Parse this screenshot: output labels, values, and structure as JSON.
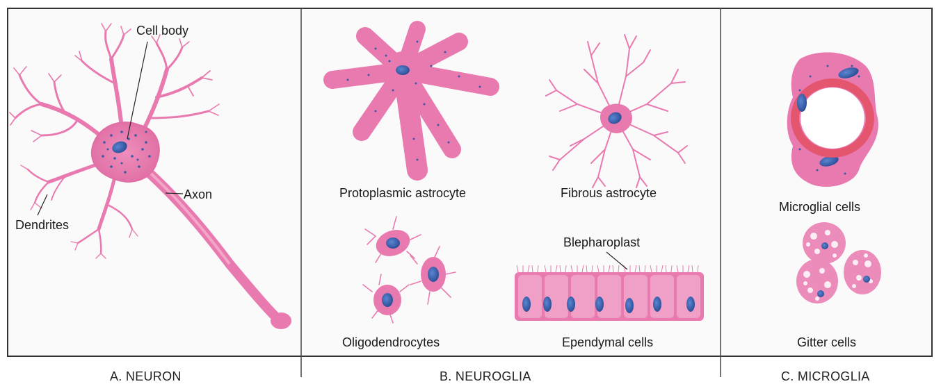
{
  "colors": {
    "cell_pink": "#e97ab0",
    "cell_pink_light": "#f3b6d1",
    "nucleus_blue": "#3d66b5",
    "vessel_red": "#e4566e",
    "frame": "#333333",
    "panel_bg": "#fbfafa"
  },
  "panels": {
    "neuron": {
      "caption": "A. NEURON",
      "labels": {
        "cell_body": "Cell body",
        "axon": "Axon",
        "dendrites": "Dendrites"
      }
    },
    "neuroglia": {
      "caption": "B. NEUROGLIA",
      "labels": {
        "protoplasmic": "Protoplasmic astrocyte",
        "fibrous": "Fibrous astrocyte",
        "oligo": "Oligodendrocytes",
        "ependymal": "Ependymal cells",
        "blepharoplast": "Blepharoplast"
      }
    },
    "microglia": {
      "caption": "C. MICROGLIA",
      "labels": {
        "microglial": "Microglial cells",
        "gitter": "Gitter cells"
      }
    }
  }
}
